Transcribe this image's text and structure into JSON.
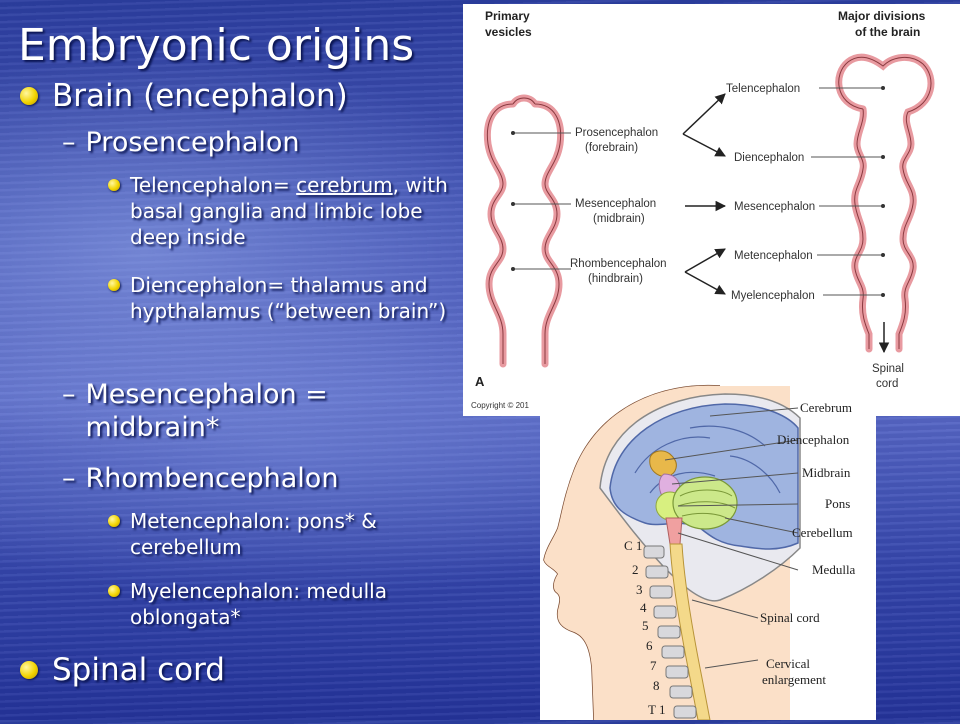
{
  "slide": {
    "title": "Embryonic origins",
    "bullets": {
      "brain": "Brain (encephalon)",
      "prosencephalon": "Prosencephalon",
      "telencephalon_pre": "Telencephalon= ",
      "telencephalon_link": "cerebrum",
      "telencephalon_post": ", with basal ganglia and limbic lobe deep inside",
      "diencephalon": "Diencephalon= thalamus and hypthalamus (“between brain”)",
      "mesencephalon": "Mesencephalon = midbrain*",
      "rhombencephalon": "Rhombencephalon",
      "metencephalon": "Metencephalon: pons* & cerebellum",
      "myelencephalon": "Myelencephalon: medulla oblongata*",
      "spinal": "Spinal cord"
    },
    "dash": "–"
  },
  "figure_a": {
    "header_left": [
      "Primary",
      "vesicles"
    ],
    "header_right": [
      "Major divisions",
      "of the brain"
    ],
    "primary": [
      {
        "name": "Prosencephalon",
        "sub": "(forebrain)"
      },
      {
        "name": "Mesencephalon",
        "sub": "(midbrain)"
      },
      {
        "name": "Rhombencephalon",
        "sub": "(hindbrain)"
      }
    ],
    "divisions": [
      "Telencephalon",
      "Diencephalon",
      "Mesencephalon",
      "Metencephalon",
      "Myelencephalon"
    ],
    "spinal": [
      "Spinal",
      "cord"
    ],
    "panel_letter": "A",
    "copyright": "Copyright © 201"
  },
  "figure_b": {
    "labels": [
      "Cerebrum",
      "Diencephalon",
      "Midbrain",
      "Pons",
      "Cerebellum",
      "Medulla",
      "Spinal cord",
      "Cervical",
      "enlargement"
    ],
    "vertebrae": [
      "C 1",
      "2",
      "3",
      "4",
      "5",
      "6",
      "7",
      "8",
      "T 1"
    ]
  }
}
